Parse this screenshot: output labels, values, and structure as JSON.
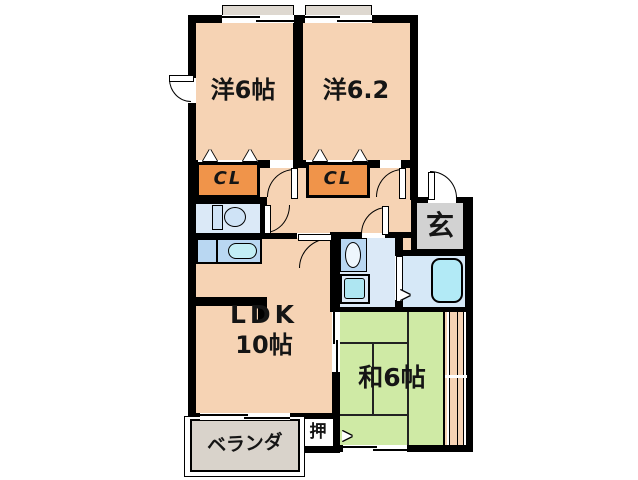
{
  "floorplan": {
    "type": "japanese-apartment-2ldk",
    "rooms": {
      "bedroom1": {
        "label": "洋6帖"
      },
      "bedroom2": {
        "label": "洋6.2"
      },
      "closet1": {
        "label": "CL"
      },
      "closet2": {
        "label": "CL"
      },
      "entrance": {
        "label": "玄"
      },
      "ldk": {
        "label": "LDK",
        "size": "10帖"
      },
      "japanese_room": {
        "label": "和6帖"
      },
      "veranda": {
        "label": "ベランダ"
      },
      "oshiire": {
        "label": "押"
      }
    },
    "fixtures": [
      "toilet-icon",
      "kitchen-sink-icon",
      "washbasin-icon",
      "washing-machine-icon",
      "bathtub-icon",
      "window-icon",
      "door-swing-icon",
      "folding-door-icon",
      "sliding-door-icon"
    ],
    "colors": {
      "wall": "#000000",
      "floor": "#f6d3b4",
      "closet": "#f0944a",
      "tatami": "#cfeaa5",
      "water": "#dbe9f7",
      "counter": "#b9d7f2",
      "sink": "#c2eef5",
      "tub": "#b2eaf6",
      "genkan": "#d2d2d2",
      "veranda": "#d9d3cb",
      "winframe": "#ded8d0"
    }
  }
}
